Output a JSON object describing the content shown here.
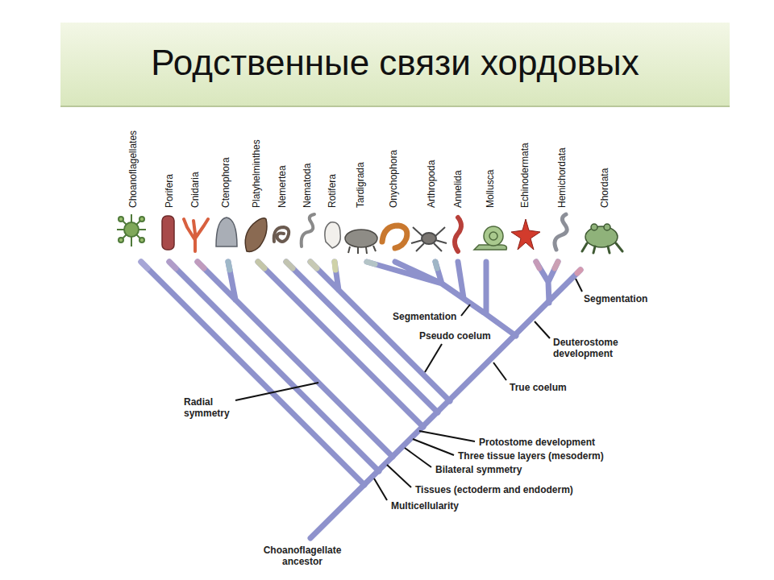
{
  "diagram": {
    "title": "Родственные связи хордовых",
    "labels": [
      "Choanoflagellates",
      "Porifera",
      "Cnidaria",
      "Ctenophora",
      "Platyhelminthes",
      "Nemertea",
      "Nematoda",
      "Rotifera",
      "Tardigrada",
      "Onychophora",
      "Arthropoda",
      "Annelida",
      "Mollusca",
      "Echinodermata",
      "Hemichordata",
      "Chordata",
      "Segmentation",
      "Pseudo coelum",
      "Deuterostome development",
      "True coelum",
      "Segmentation",
      "Radial symmetry",
      "Protostome development",
      "Three tissue layers (mesoderm)",
      "Bilateral symmetry",
      "Tissues (ectoderm and endoderm)",
      "Multicellularity",
      "Choanoflagellate ancestor"
    ]
  }
}
